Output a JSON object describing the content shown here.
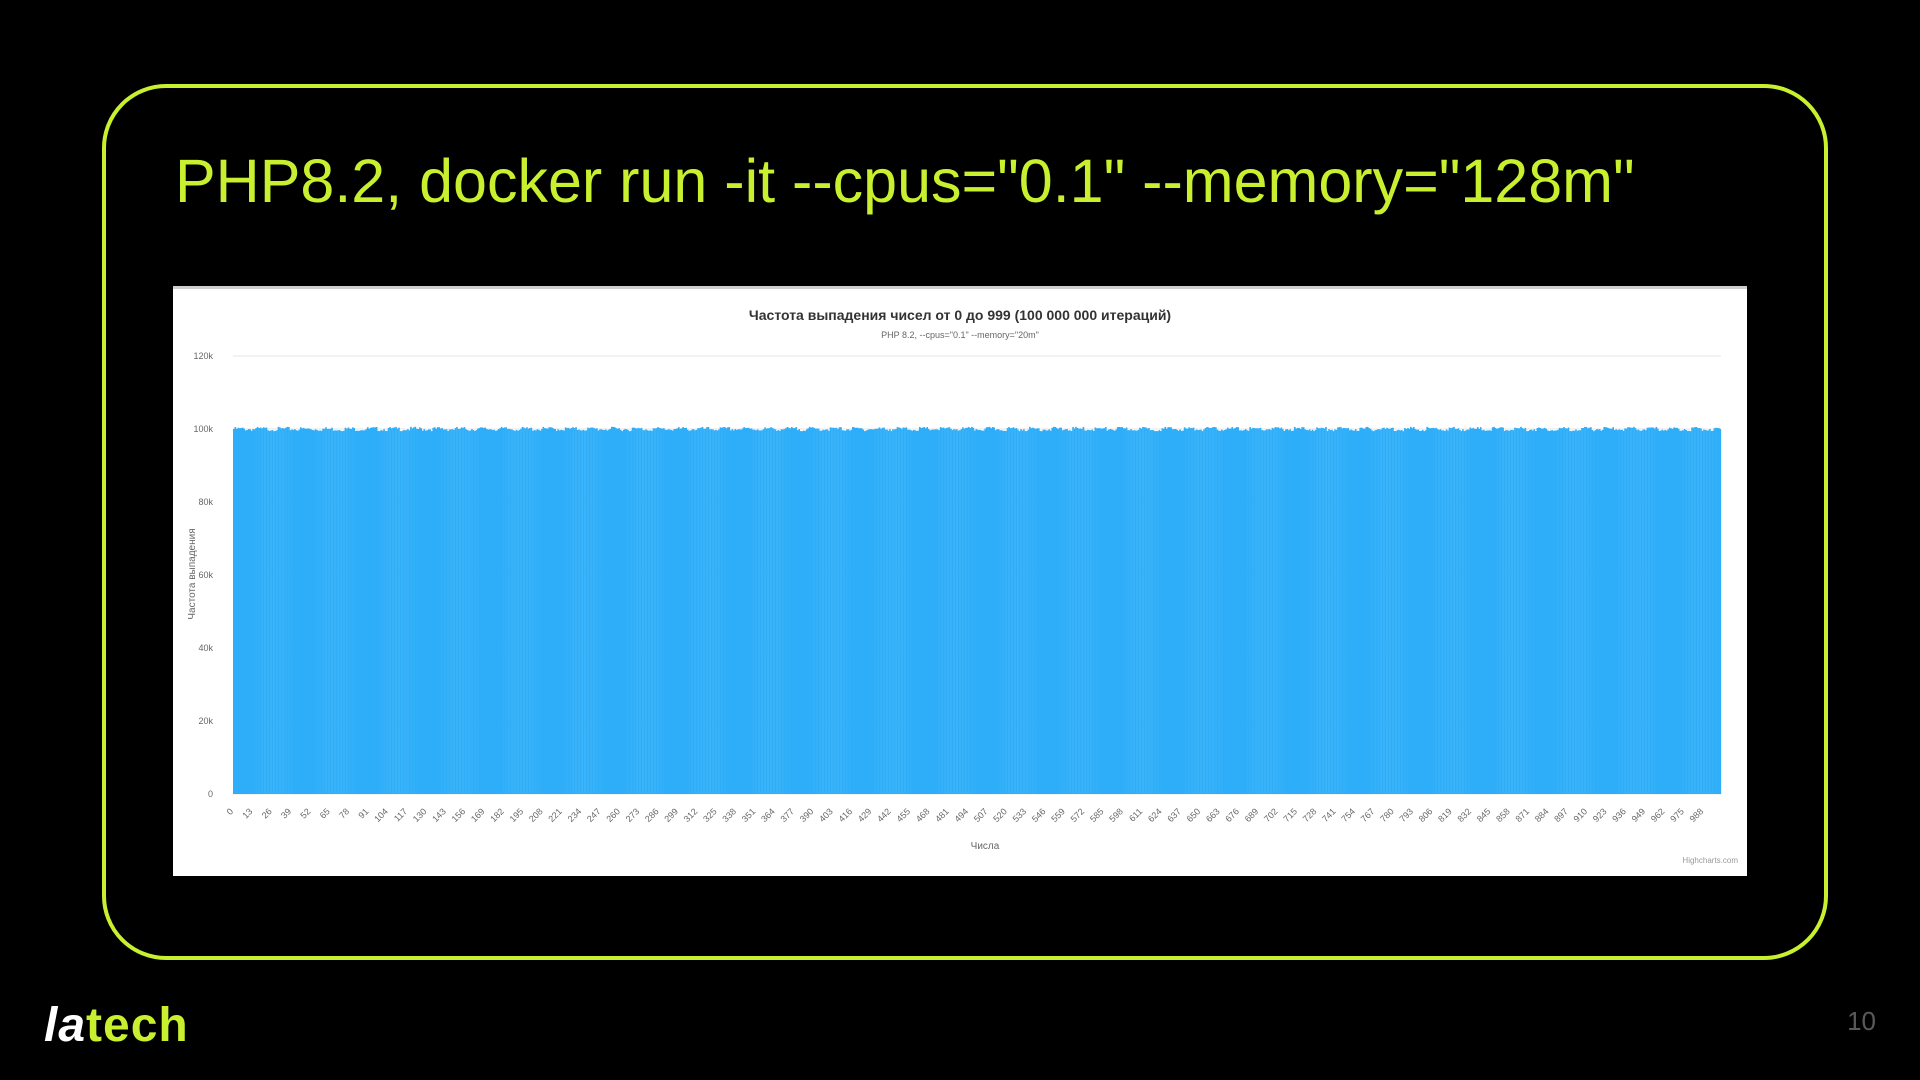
{
  "slide": {
    "title": "PHP8.2, docker run -it --cpus=\"0.1\" --memory=\"128m\"",
    "page_number": "10",
    "logo": {
      "part1": "la",
      "part2": "tech"
    }
  },
  "colors": {
    "background": "#000000",
    "accent": "#c8f02e",
    "bar": "#2eaef8",
    "page_number": "#5a5a5a"
  },
  "chart_data": {
    "type": "bar",
    "title": "Частота выпадения чисел от 0 до 999 (100 000 000 итераций)",
    "subtitle": "PHP 8.2, --cpus=\"0.1\" --memory=\"20m\"",
    "xlabel": "Числа",
    "ylabel": "Частота выпадения",
    "credits": "Highcharts.com",
    "x_range": [
      0,
      999
    ],
    "ylim": [
      0,
      120000
    ],
    "y_ticks": [
      {
        "value": 0,
        "label": "0"
      },
      {
        "value": 20000,
        "label": "20k"
      },
      {
        "value": 40000,
        "label": "40k"
      },
      {
        "value": 60000,
        "label": "60k"
      },
      {
        "value": 80000,
        "label": "80k"
      },
      {
        "value": 100000,
        "label": "100k"
      },
      {
        "value": 120000,
        "label": "120k"
      }
    ],
    "x_tick_labels": [
      "0",
      "13",
      "26",
      "39",
      "52",
      "65",
      "78",
      "91",
      "104",
      "117",
      "130",
      "143",
      "156",
      "169",
      "182",
      "195",
      "208",
      "221",
      "234",
      "247",
      "260",
      "273",
      "286",
      "299",
      "312",
      "325",
      "338",
      "351",
      "364",
      "377",
      "390",
      "403",
      "416",
      "429",
      "442",
      "455",
      "468",
      "481",
      "494",
      "507",
      "520",
      "533",
      "546",
      "559",
      "572",
      "585",
      "598",
      "611",
      "624",
      "637",
      "650",
      "663",
      "676",
      "689",
      "702",
      "715",
      "728",
      "741",
      "754",
      "767",
      "780",
      "793",
      "806",
      "819",
      "832",
      "845",
      "858",
      "871",
      "884",
      "897",
      "910",
      "923",
      "936",
      "949",
      "962",
      "975",
      "988"
    ],
    "series": [
      {
        "values_note": "approximately 100k for every number 0–999",
        "value": 100000
      }
    ],
    "grid": true
  }
}
